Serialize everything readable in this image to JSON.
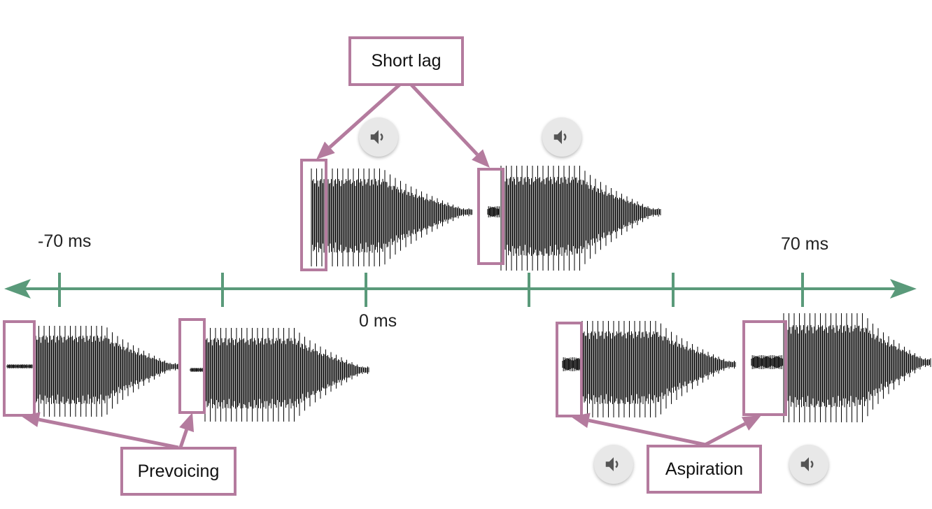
{
  "timeline": {
    "left_label": "-70 ms",
    "center_label": "0 ms",
    "right_label": "70 ms"
  },
  "callouts": {
    "short_lag": "Short lag",
    "prevoicing": "Prevoicing",
    "aspiration": "Aspiration"
  },
  "audio_buttons": [
    {
      "icon": "speaker-icon"
    },
    {
      "icon": "speaker-icon"
    },
    {
      "icon": "speaker-icon"
    },
    {
      "icon": "speaker-icon"
    }
  ],
  "colors": {
    "axis": "#5a9a7a",
    "callout": "#b47b9e",
    "waveform": "#000000"
  }
}
